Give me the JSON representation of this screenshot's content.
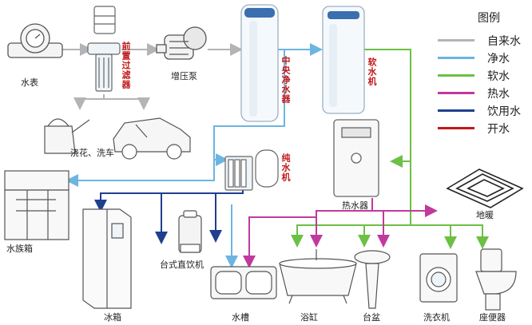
{
  "legend": {
    "title": "图例",
    "items": [
      {
        "label": "自来水",
        "color": "#b4b4b4"
      },
      {
        "label": "净水",
        "color": "#6cb5e0"
      },
      {
        "label": "软水",
        "color": "#6cc045"
      },
      {
        "label": "热水",
        "color": "#c03a9e"
      },
      {
        "label": "饮用水",
        "color": "#1f3f8f"
      },
      {
        "label": "开水",
        "color": "#c01818"
      }
    ]
  },
  "labels": {
    "water_meter": "水表",
    "pre_filter": "前置过滤器",
    "booster_pump": "增压泵",
    "central_purifier": "中央净水器",
    "softener": "软水机",
    "watering_car": "浇花、洗车",
    "pure_water": "纯水机",
    "water_heater": "热水器",
    "floor_heating": "地暖",
    "aquarium": "水族箱",
    "fridge": "冰箱",
    "desktop_dispenser": "台式直饮机",
    "sink": "水槽",
    "bathtub": "浴缸",
    "basin": "台盆",
    "washer": "洗衣机",
    "toilet": "座便器"
  }
}
